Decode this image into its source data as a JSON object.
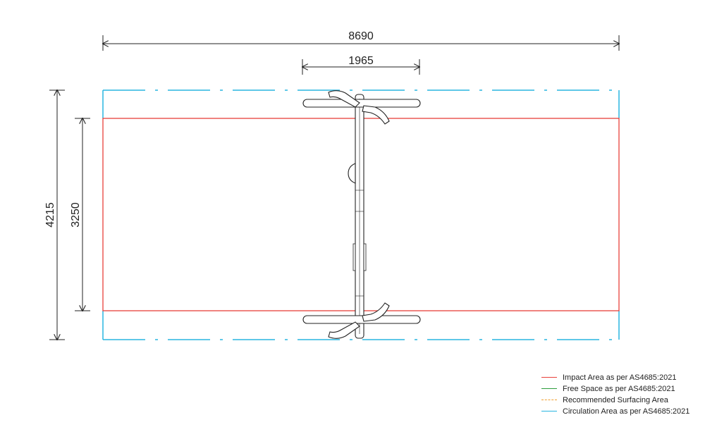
{
  "dimensions": {
    "total_width": "8690",
    "equipment_width": "1965",
    "total_depth": "4215",
    "impact_depth": "3250"
  },
  "legend": [
    {
      "label": "Impact Area as per AS4685:2021",
      "color": "#e8403a",
      "style": "solid"
    },
    {
      "label": "Free Space as per AS4685:2021",
      "color": "#2e9e3e",
      "style": "solid"
    },
    {
      "label": "Recommended Surfacing Area",
      "color": "#f0a030",
      "style": "dashed"
    },
    {
      "label": "Circulation Area as per AS4685:2021",
      "color": "#29b6e0",
      "style": "solid"
    }
  ],
  "colors": {
    "impact": "#e8403a",
    "circulation": "#29b6e0",
    "lines": "#222222"
  }
}
